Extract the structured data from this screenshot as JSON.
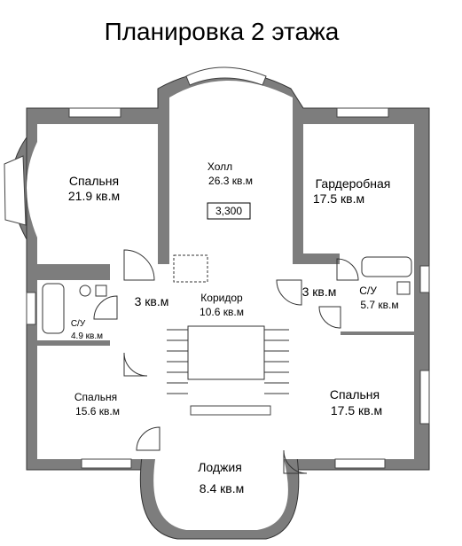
{
  "title": "Планировка 2 этажа",
  "rooms": {
    "bedroom_nw": {
      "name": "Спальня",
      "area": "21.9 кв.м"
    },
    "hall": {
      "name": "Холл",
      "area": "26.3 кв.м"
    },
    "height_mark": "3,300",
    "wardrobe": {
      "name": "Гардеробная",
      "area": "17.5 кв.м"
    },
    "bath_w": {
      "name": "С/У",
      "area": "4.9 кв.м"
    },
    "lobby_w": {
      "area": "3 кв.м"
    },
    "corridor": {
      "name": "Коридор",
      "area": "10.6 кв.м"
    },
    "lobby_e": {
      "area": "3 кв.м"
    },
    "bath_e": {
      "name": "С/У",
      "area": "5.7 кв.м"
    },
    "bedroom_sw": {
      "name": "Спальня",
      "area": "15.6 кв.м"
    },
    "bedroom_se": {
      "name": "Спальня",
      "area": "17.5 кв.м"
    },
    "loggia": {
      "name": "Лоджия",
      "area": "8.4 кв.м"
    }
  },
  "colors": {
    "wall": "#7d7d7d",
    "background": "#ffffff",
    "text": "#000000"
  }
}
